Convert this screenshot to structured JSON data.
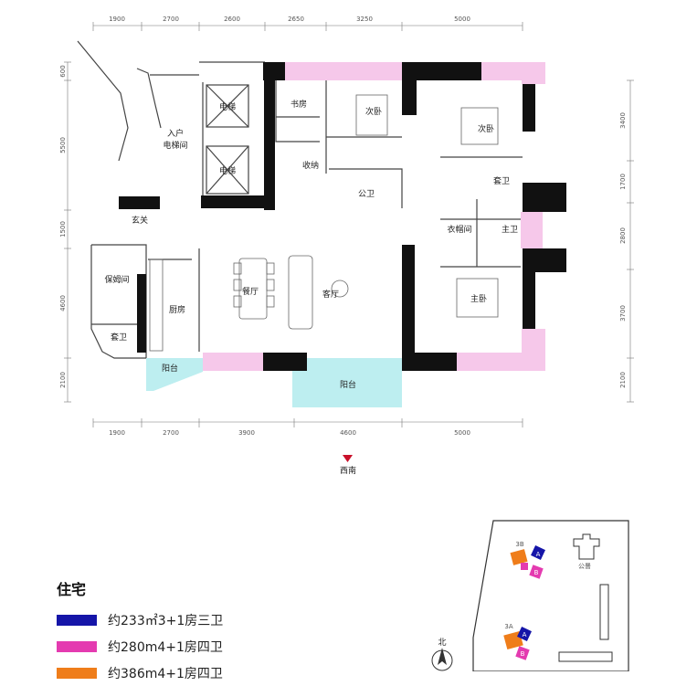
{
  "dimensions": {
    "top": [
      "1900",
      "2700",
      "2600",
      "2650",
      "3250",
      "5000"
    ],
    "bottom": [
      "1900",
      "2700",
      "3900",
      "4600",
      "5000"
    ],
    "left": [
      "600",
      "5500",
      "1500",
      "4600",
      "2100"
    ],
    "right": [
      "3400",
      "1700",
      "2800",
      "3700",
      "2100"
    ]
  },
  "rooms": {
    "elevator1": "电梯",
    "elevator2": "电梯",
    "lobby_line1": "入户",
    "lobby_line2": "电梯间",
    "study": "书房",
    "bedroom2a": "次卧",
    "bedroom2b": "次卧",
    "storage": "收纳",
    "public_bath": "公卫",
    "suite_bath": "套卫",
    "closet": "衣帽间",
    "master_bath": "主卫",
    "foyer": "玄关",
    "nanny_room": "保姆间",
    "kitchen": "厨房",
    "dining": "餐厅",
    "living": "客厅",
    "nanny_bath": "套卫",
    "balcony_small": "阳台",
    "balcony_main": "阳台",
    "master_bedroom": "主卧"
  },
  "orientation": "西南",
  "legend": {
    "title": "住宅",
    "items": [
      {
        "label": "约233㎡3+1房三卫",
        "color": "#1515a8"
      },
      {
        "label": "约280m4+1房四卫",
        "color": "#e43bb0"
      },
      {
        "label": "约386m4+1房四卫",
        "color": "#ef7d1a"
      }
    ]
  },
  "site": {
    "block_3b": "3B",
    "block_3a": "3A",
    "tag_a": "A",
    "tag_b": "B",
    "public_building": "公罾",
    "north": "北"
  },
  "colors": {
    "wall": "#111111",
    "pink_wall": "#f6c8ea",
    "balcony": "#bdeef0",
    "arrow": "#c9102a"
  }
}
